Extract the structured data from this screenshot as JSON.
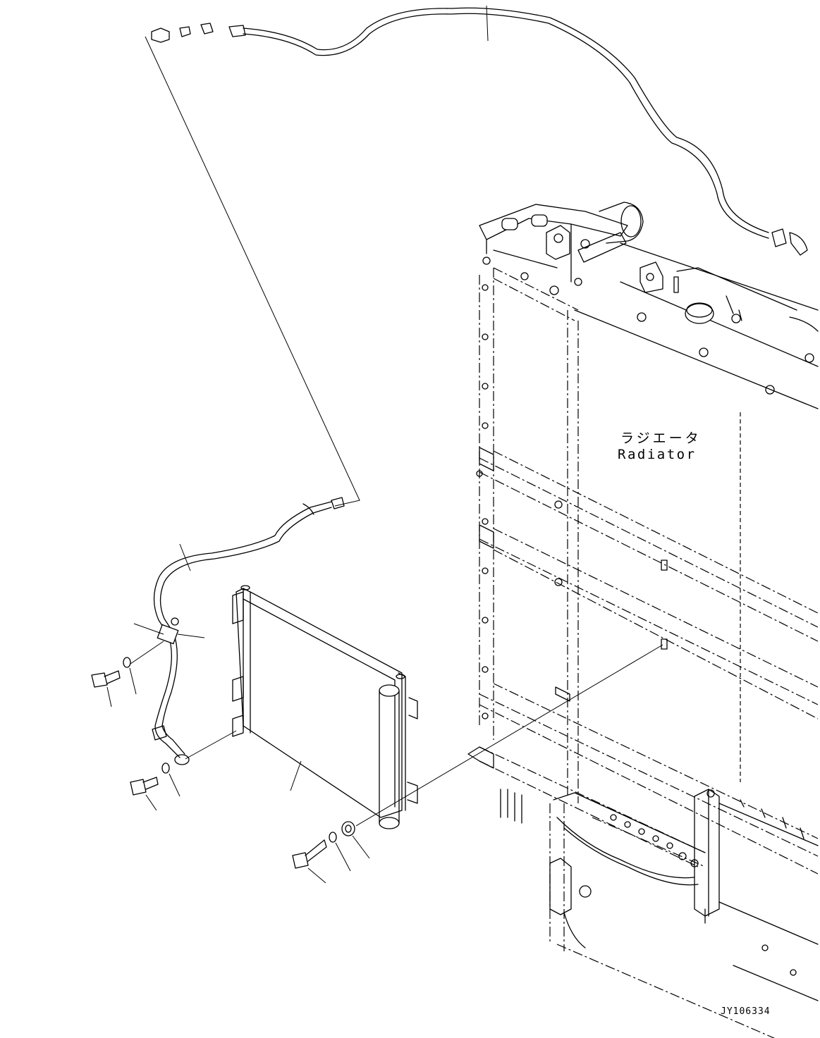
{
  "diagram": {
    "radiator_label_jp": "ラジエータ",
    "radiator_label_en": "Radiator",
    "drawing_number": "JY106334"
  }
}
